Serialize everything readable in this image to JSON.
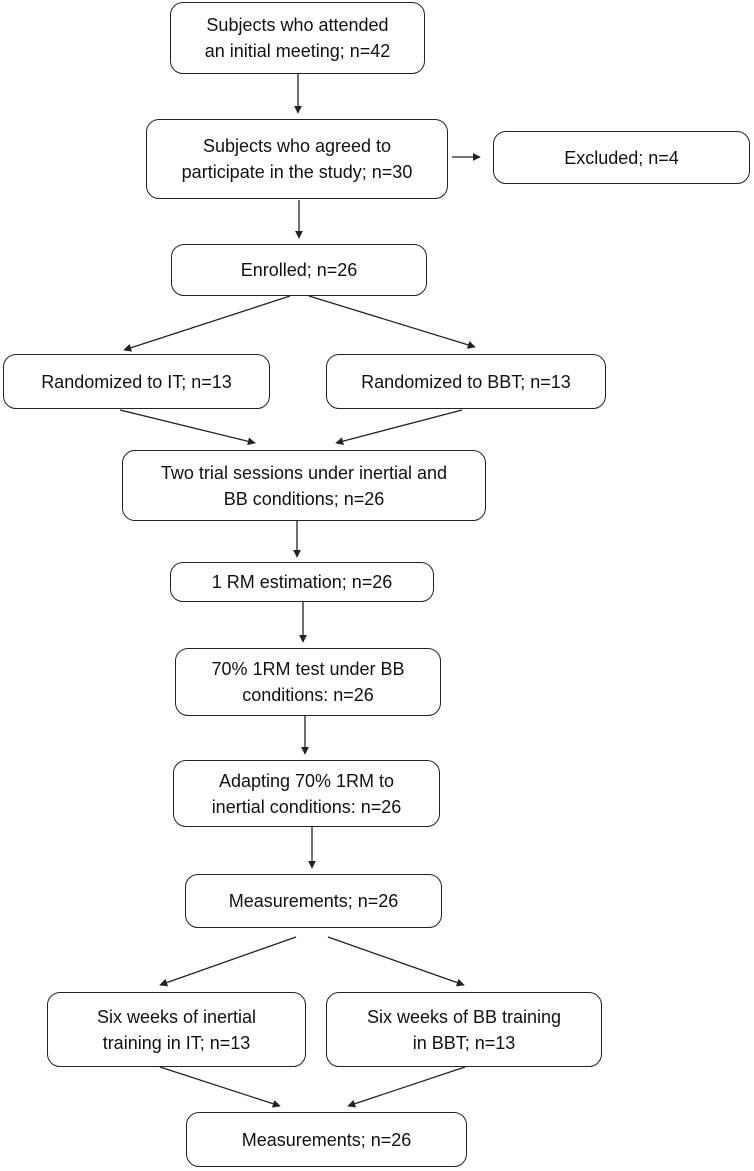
{
  "colors": {
    "stroke": "#222222",
    "text": "#111111",
    "background": "#ffffff"
  },
  "boxes": {
    "attended": {
      "line1": "Subjects who attended",
      "line2": "an initial meeting; n=42"
    },
    "agreed": {
      "line1": "Subjects who agreed to",
      "line2": "participate in the study; n=30"
    },
    "excluded": {
      "text": "Excluded; n=4"
    },
    "enrolled": {
      "text": "Enrolled; n=26"
    },
    "rand_it": {
      "text": "Randomized to IT; n=13"
    },
    "rand_bbt": {
      "text": "Randomized to BBT; n=13"
    },
    "trial": {
      "line1": "Two trial sessions under inertial and",
      "line2": "BB conditions; n=26"
    },
    "rm_est": {
      "text": "1 RM estimation; n=26"
    },
    "test70": {
      "line1": "70% 1RM test under BB",
      "line2": "conditions: n=26"
    },
    "adapt": {
      "line1": "Adapting 70% 1RM to",
      "line2": "inertial conditions: n=26"
    },
    "meas1": {
      "text": "Measurements; n=26"
    },
    "six_it": {
      "line1": "Six weeks of inertial",
      "line2": "training in IT; n=13"
    },
    "six_bbt": {
      "line1": "Six weeks of BB training",
      "line2": "in BBT; n=13"
    },
    "meas2": {
      "text": "Measurements; n=26"
    }
  }
}
